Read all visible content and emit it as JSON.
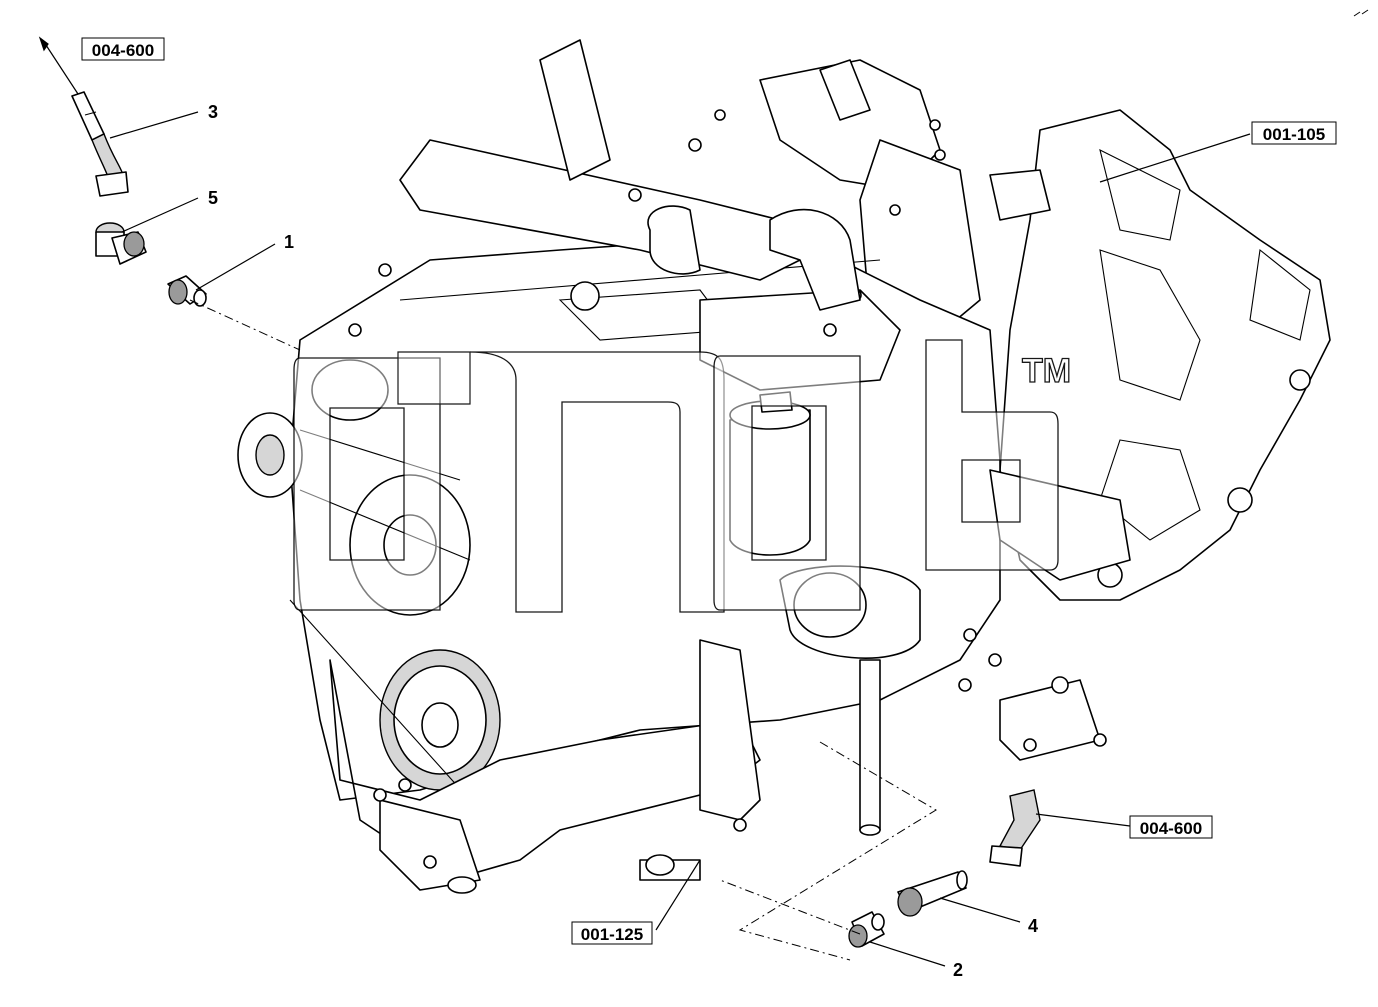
{
  "diagram": {
    "references": {
      "top_left": "004-600",
      "top_right": "001-105",
      "bottom_right": "004-600",
      "bottom_center": "001-125"
    },
    "callouts": {
      "part_1": "1",
      "part_2": "2",
      "part_3": "3",
      "part_4": "4",
      "part_5": "5"
    },
    "watermark": {
      "text": "anab",
      "trademark": "TM"
    }
  }
}
